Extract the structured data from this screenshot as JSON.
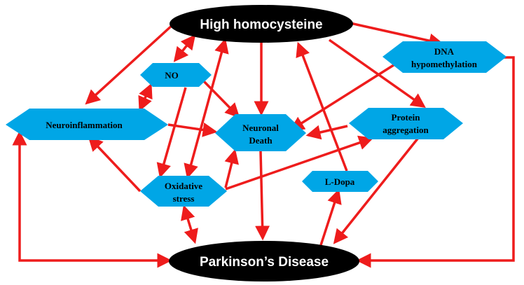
{
  "nodes": {
    "high_homocysteine": "High homocysteine",
    "parkinsons_disease": "Parkinson’s Disease",
    "no": "NO",
    "neuroinflammation": "Neuroinflammation",
    "neuronal_death_line1": "Neuronal",
    "neuronal_death_line2": "Death",
    "protein_aggregation_line1": "Protein",
    "protein_aggregation_line2": "aggregation",
    "dna_hypomethylation_line1": "DNA",
    "dna_hypomethylation_line2": "hypomethylation",
    "oxidative_stress_line1": "Oxidative",
    "oxidative_stress_line2": "stress",
    "l_dopa": "L-Dopa"
  },
  "colors": {
    "ellipse_fill": "#000000",
    "hexagon_fill": "#00a6e6",
    "arrow": "#ee1c1c"
  }
}
